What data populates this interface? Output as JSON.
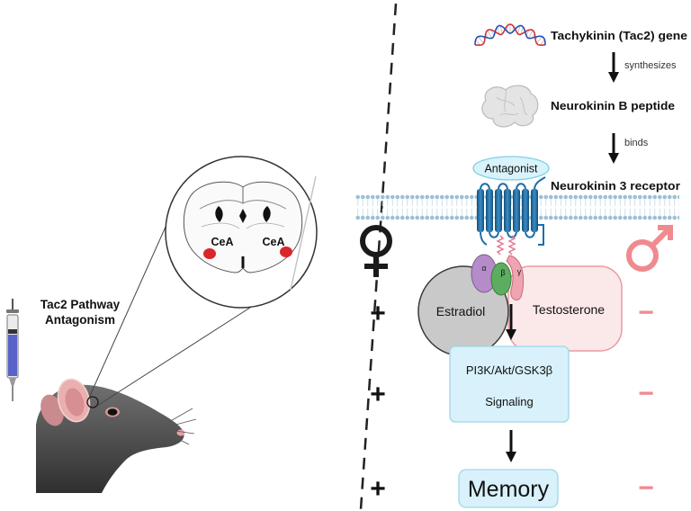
{
  "left_panel": {
    "title_line1": "Tac2 Pathway",
    "title_line2": "Antagonism",
    "brain_label_left": "CeA",
    "brain_label_right": "CeA"
  },
  "pathway": {
    "gene": "Tachykinin (Tac2) gene",
    "gene_to_peptide": "synthesizes",
    "peptide": "Neurokinin B peptide",
    "peptide_to_receptor": "binds",
    "antagonist": "Antagonist",
    "receptor": "Neurokinin 3 receptor",
    "g_protein": {
      "alpha": "α",
      "beta": "β",
      "gamma": "γ"
    },
    "estradiol": "Estradiol",
    "testosterone": "Testosterone",
    "signaling": [
      "PI3K/Akt/GSK3β",
      "Signaling"
    ],
    "outcome": "Memory"
  },
  "sex_effects": {
    "female_icon": "female-symbol-icon",
    "male_icon": "male-symbol-icon",
    "female": [
      "+",
      "+",
      "+"
    ],
    "male": [
      "−",
      "−",
      "−"
    ]
  },
  "icons": [
    "syringe-icon",
    "mouse-icon",
    "brain-slice-icon",
    "dna-icon",
    "peptide-icon",
    "receptor-icon",
    "g-protein-icon"
  ],
  "colors": {
    "female": "#1a1a1a",
    "male": "#f08a8f",
    "estradiol": "#c9c9c9",
    "testosterone": "#fbe9ea",
    "signaling_box": "#d8f1fa",
    "antagonist": "#d9f3fb",
    "cea_marker": "#d9262b",
    "syringe_liquid": "#5a63c9",
    "g_alpha": "#b58cc9",
    "g_beta": "#5cad5f",
    "g_gamma": "#f0a3b0"
  }
}
